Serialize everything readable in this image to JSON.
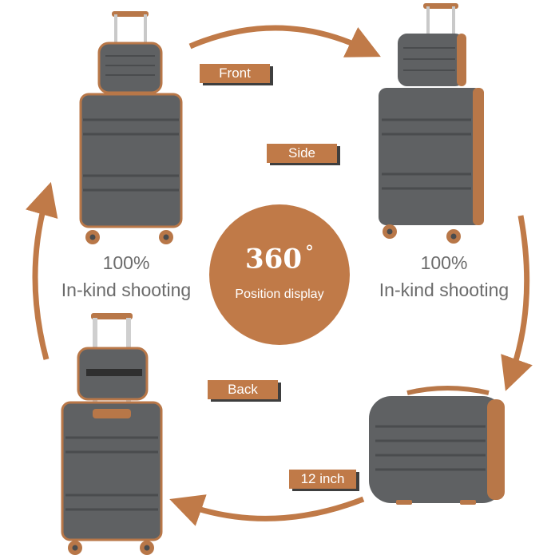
{
  "labels": {
    "front": "Front",
    "side": "Side",
    "back": "Back",
    "size": "12 inch"
  },
  "captions": {
    "left": {
      "percent": "100%",
      "text": "In-kind shooting"
    },
    "right": {
      "percent": "100%",
      "text": "In-kind shooting"
    }
  },
  "badge": {
    "number": "360",
    "degree": "°",
    "subtitle": "Position display"
  },
  "colors": {
    "accent": "#c07a48",
    "shell": "#5f6163",
    "shell_dark": "#4a4c4e",
    "trim": "#b87748",
    "caption_text": "#6b6b6b",
    "tag_shadow": "#3e3e3e"
  },
  "icons": [
    "arrow-clockwise-top",
    "arrow-clockwise-right",
    "arrow-clockwise-bottom",
    "arrow-clockwise-left"
  ]
}
